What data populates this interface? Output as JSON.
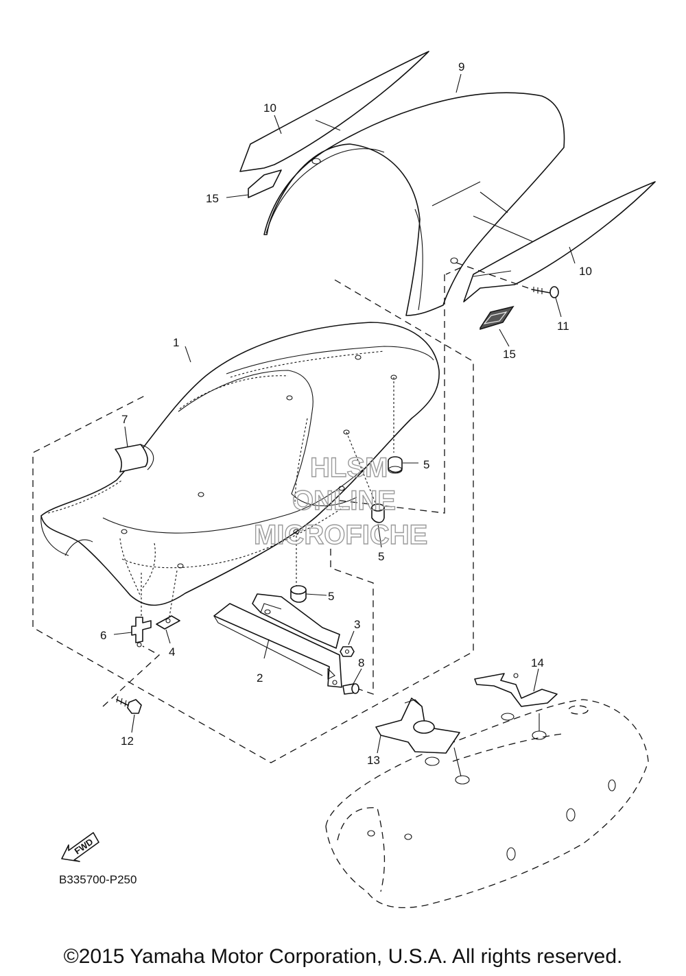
{
  "diagram": {
    "callouts": {
      "c1": "1",
      "c2": "2",
      "c3": "3",
      "c4": "4",
      "c5a": "5",
      "c5b": "5",
      "c5c": "5",
      "c6": "6",
      "c7": "7",
      "c8": "8",
      "c9": "9",
      "c10a": "10",
      "c10b": "10",
      "c11": "11",
      "c12": "12",
      "c13": "13",
      "c14": "14",
      "c15a": "15",
      "c15b": "15"
    },
    "forward_marker": "FWD",
    "figure_code": "B335700-P250",
    "watermark": {
      "line1": "HLSM",
      "line2": "ONLINE",
      "line3": "MICROFICHE"
    }
  },
  "footer": {
    "copyright": "©2015 Yamaha Motor Corporation, U.S.A. All rights reserved."
  }
}
